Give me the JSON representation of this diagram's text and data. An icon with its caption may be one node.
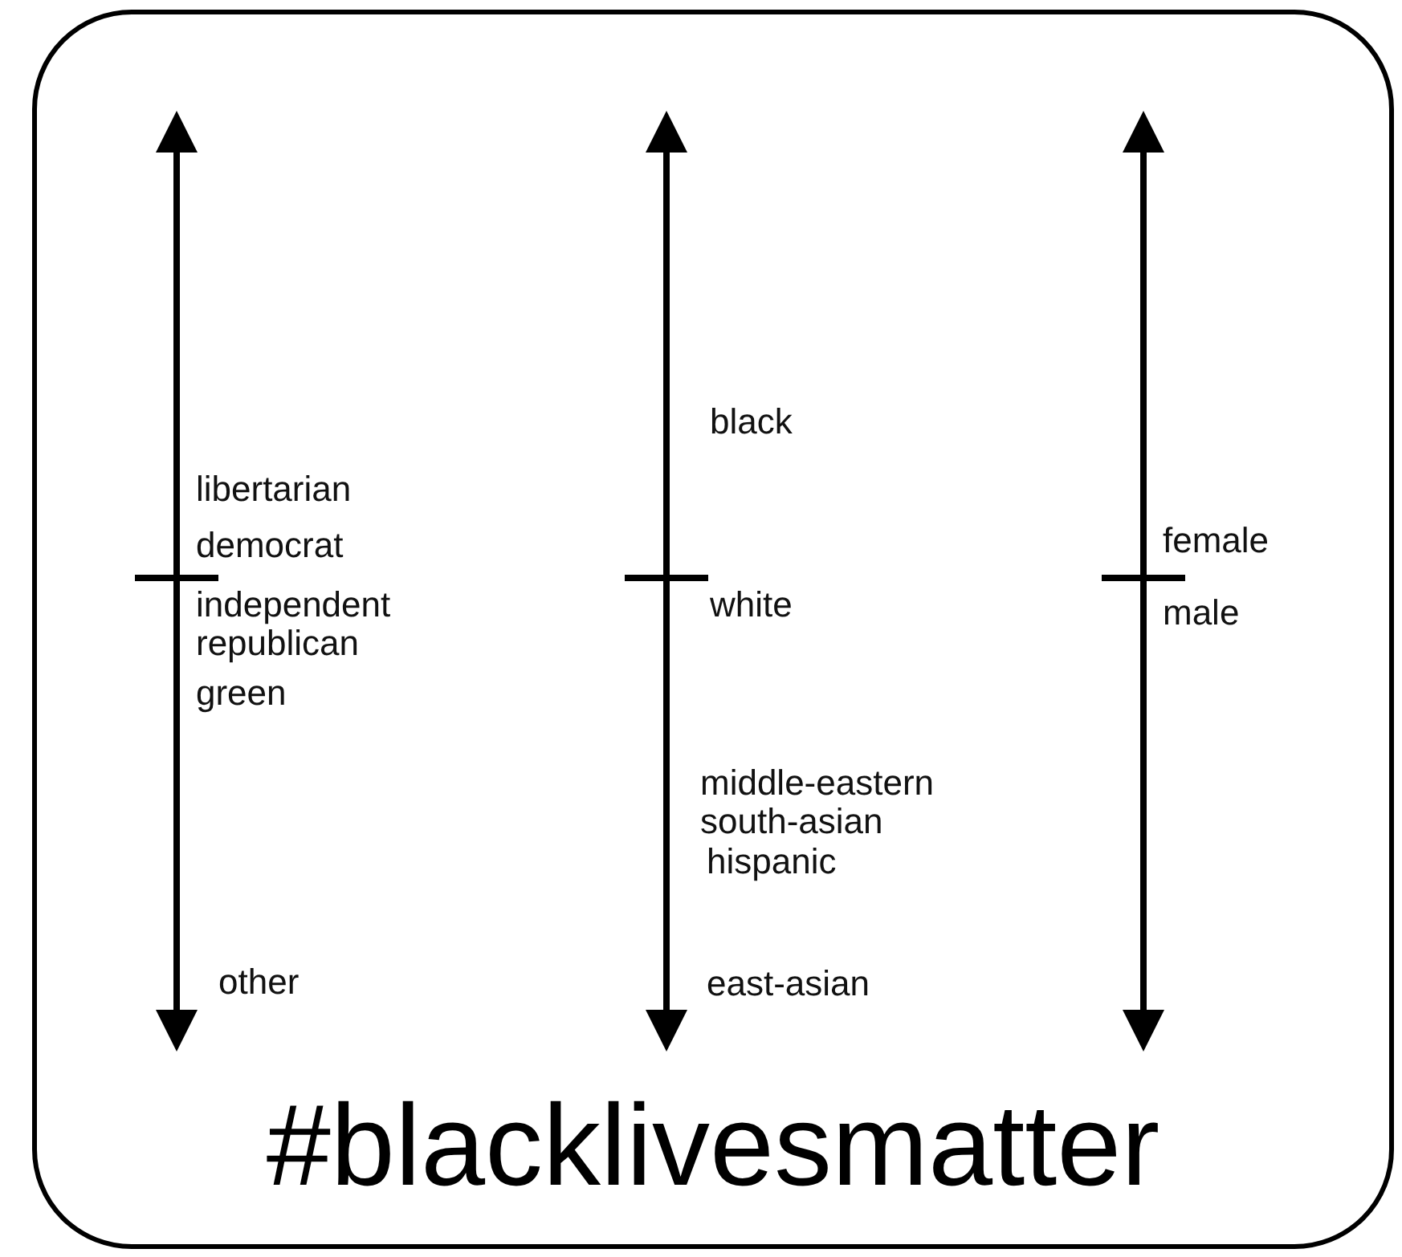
{
  "diagram": {
    "nodes": [
      {
        "text": [
          "#blacklivesmatter"
        ]
      }
    ],
    "labels": [
      "libertarian",
      "democrat",
      "independent",
      "republican",
      "green",
      "other",
      "black",
      "white",
      "middle-eastern",
      "south-asian",
      "hispanic",
      "east-asian",
      "female",
      "male"
    ]
  }
}
